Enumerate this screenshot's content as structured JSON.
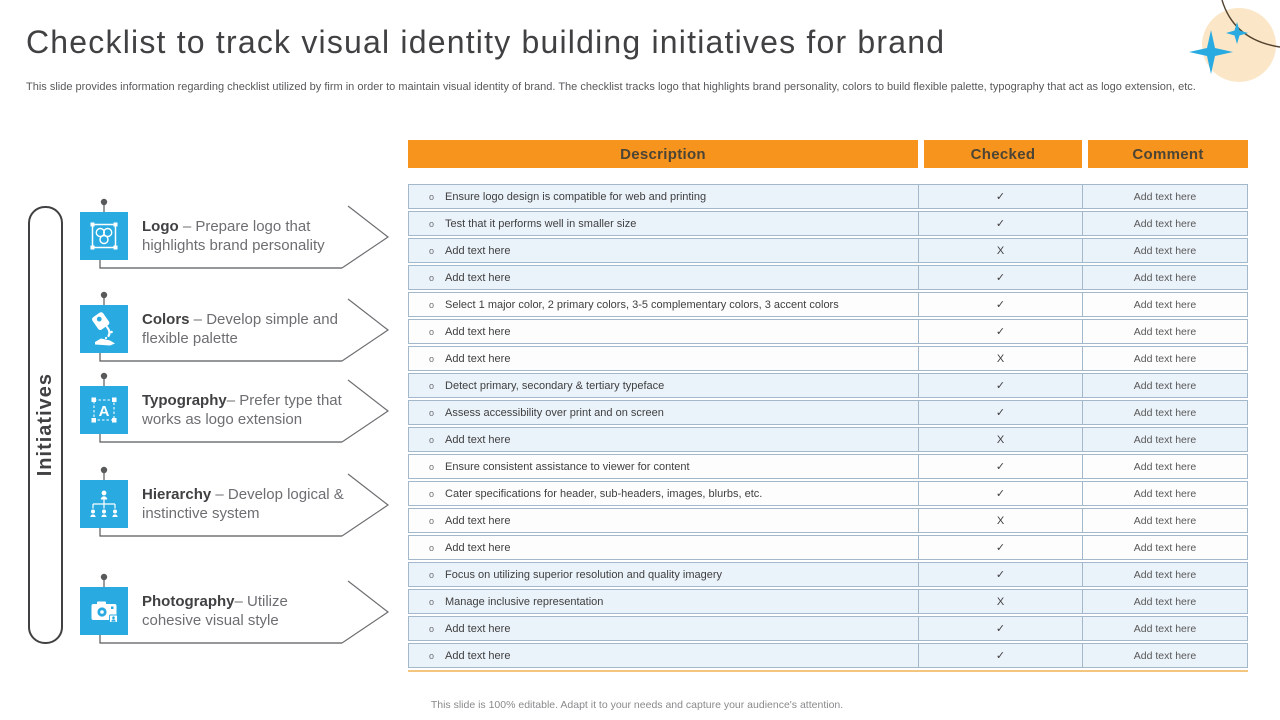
{
  "title": "Checklist to track visual identity building initiatives for brand",
  "subtitle": "This slide provides information regarding checklist utilized by firm in order to maintain visual identity of brand. The checklist tracks logo that highlights brand personality, colors to build flexible palette, typography that act as logo extension, etc.",
  "sidebar": {
    "label": "Initiatives",
    "items": [
      {
        "icon": "logo-icon",
        "bold": "Logo",
        "rest": " – Prepare logo that highlights brand personality"
      },
      {
        "icon": "paint-pour-icon",
        "bold": "Colors",
        "rest": " – Develop simple and flexible palette"
      },
      {
        "icon": "typography-icon",
        "bold": "Typography",
        "rest": "– Prefer type that works as logo extension"
      },
      {
        "icon": "hierarchy-icon",
        "bold": "Hierarchy",
        "rest": " – Develop logical & instinctive system"
      },
      {
        "icon": "camera-icon",
        "bold": "Photography",
        "rest": "– Utilize cohesive visual style"
      }
    ]
  },
  "table": {
    "headers": [
      "Description",
      "Checked",
      "Comment"
    ],
    "bullet": "o",
    "placeholder": "Add text here",
    "rows": [
      {
        "description": "Ensure logo design is compatible for web and printing",
        "checked": "✓",
        "comment": "Add text here",
        "shade": "blue"
      },
      {
        "description": "Test that it performs well in smaller size",
        "checked": "✓",
        "comment": "Add text here",
        "shade": "blue"
      },
      {
        "description": "Add text here",
        "checked": "X",
        "comment": "Add text here",
        "shade": "blue"
      },
      {
        "description": "Add text here",
        "checked": "✓",
        "comment": "Add text here",
        "shade": "blue"
      },
      {
        "description": "Select 1 major color, 2 primary colors, 3-5 complementary colors, 3 accent colors",
        "checked": "✓",
        "comment": "Add text here",
        "shade": "white"
      },
      {
        "description": "Add text here",
        "checked": "✓",
        "comment": "Add text here",
        "shade": "white"
      },
      {
        "description": "Add text here",
        "checked": "X",
        "comment": "Add text here",
        "shade": "white"
      },
      {
        "description": "Detect primary, secondary & tertiary typeface",
        "checked": "✓",
        "comment": "Add text here",
        "shade": "blue"
      },
      {
        "description": "Assess accessibility over print and on screen",
        "checked": "✓",
        "comment": "Add text here",
        "shade": "blue"
      },
      {
        "description": "Add text here",
        "checked": "X",
        "comment": "Add text here",
        "shade": "blue"
      },
      {
        "description": "Ensure consistent assistance to viewer for content",
        "checked": "✓",
        "comment": "Add text here",
        "shade": "white"
      },
      {
        "description": "Cater specifications for header, sub-headers, images, blurbs, etc.",
        "checked": "✓",
        "comment": "Add text here",
        "shade": "white"
      },
      {
        "description": "Add text here",
        "checked": "X",
        "comment": "Add text here",
        "shade": "white"
      },
      {
        "description": "Add text here",
        "checked": "✓",
        "comment": "Add text here",
        "shade": "white"
      },
      {
        "description": "Focus on utilizing superior resolution and quality imagery",
        "checked": "✓",
        "comment": "Add text here",
        "shade": "blue"
      },
      {
        "description": "Manage inclusive representation",
        "checked": "X",
        "comment": "Add text here",
        "shade": "blue"
      },
      {
        "description": "Add text here",
        "checked": "✓",
        "comment": "Add text here",
        "shade": "blue"
      },
      {
        "description": "Add text here",
        "checked": "✓",
        "comment": "Add text here",
        "shade": "blue"
      }
    ]
  },
  "footer": "This slide is 100% editable.  Adapt it to your needs and capture your audience's attention.",
  "colors": {
    "accent_orange": "#F7941E",
    "accent_blue": "#29ABE2",
    "row_blue": "#EAF2FA"
  }
}
